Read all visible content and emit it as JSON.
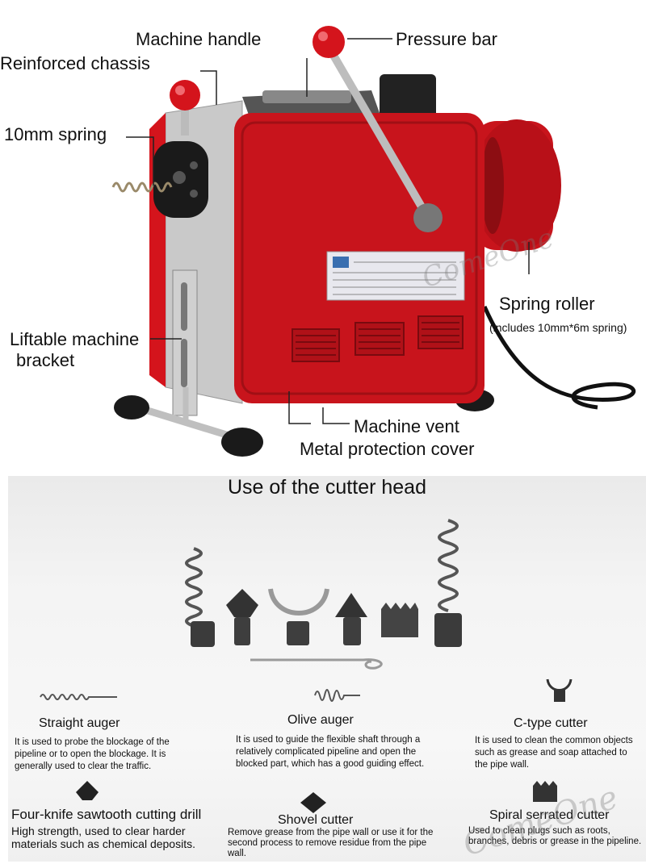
{
  "callouts": {
    "machine_handle": "Machine handle",
    "pressure_bar": "Pressure bar",
    "reinforced_chassis": "Reinforced chassis",
    "spring_10mm": "10mm spring",
    "spring_roller": "Spring roller",
    "spring_roller_note": "(includes 10mm*6m spring)",
    "liftable_bracket_line1": "Liftable machine",
    "liftable_bracket_line2": "bracket",
    "machine_vent": "Machine vent",
    "metal_cover": "Metal protection cover"
  },
  "cutter_section": {
    "title": "Use of the cutter head",
    "tools": [
      {
        "name": "Straight auger",
        "desc": "It is used to probe the blockage of the pipeline or to open the blockage. It is generally used to clear the traffic."
      },
      {
        "name": "Olive auger",
        "desc": "It is used to guide the flexible shaft through a relatively complicated pipeline and open the blocked part, which has a good guiding effect."
      },
      {
        "name": "C-type cutter",
        "desc": "It is used to clean the common objects such as grease and soap attached to the pipe wall."
      },
      {
        "name": "Four-knife sawtooth cutting drill",
        "desc": "High strength, used to clear harder materials such as chemical deposits."
      },
      {
        "name": "Shovel cutter",
        "desc": "Remove grease from the pipe wall or use it for the second process to remove residue from the pipe wall."
      },
      {
        "name": "Spiral serrated cutter",
        "desc": "Used to clean plugs such as roots, branches, debris or grease in the pipeline."
      }
    ]
  },
  "watermark": "ComeOne",
  "colors": {
    "machine_red": "#c8141c",
    "chassis_grey": "#c9c9c9",
    "knob_red": "#d4141c"
  }
}
